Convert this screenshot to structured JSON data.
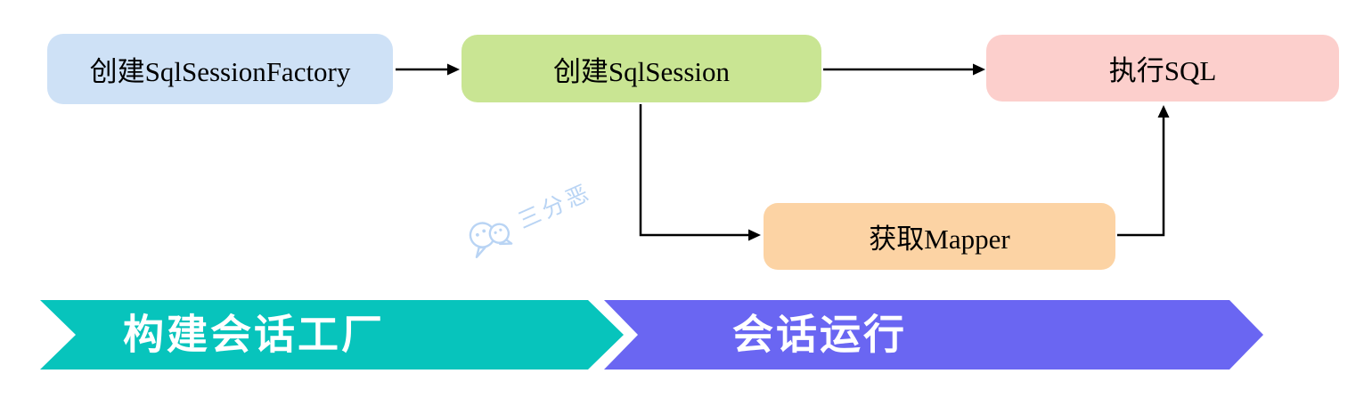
{
  "diagram": {
    "nodes": [
      {
        "id": "create-sqlsessionfactory",
        "label": "创建SqlSessionFactory",
        "fill": "#cee1f6"
      },
      {
        "id": "create-sqlsession",
        "label": "创建SqlSession",
        "fill": "#c9e593"
      },
      {
        "id": "execute-sql",
        "label": "执行SQL",
        "fill": "#fccfcc"
      },
      {
        "id": "get-mapper",
        "label": "获取Mapper",
        "fill": "#fcd3a4"
      }
    ],
    "edges": [
      {
        "from": "create-sqlsessionfactory",
        "to": "create-sqlsession"
      },
      {
        "from": "create-sqlsession",
        "to": "execute-sql"
      },
      {
        "from": "create-sqlsession",
        "to": "get-mapper"
      },
      {
        "from": "get-mapper",
        "to": "execute-sql"
      }
    ],
    "stages": [
      {
        "label": "构建会话工厂",
        "fill": "#07c4bc",
        "text_color": "#ffffff"
      },
      {
        "label": "会话运行",
        "fill": "#6a66f2",
        "text_color": "#ffffff"
      }
    ]
  },
  "watermark": {
    "text": "三分恶",
    "icon": "wechat-icon",
    "color": "#b9d4f4"
  },
  "colors": {
    "background": "#ffffff",
    "connector": "#000000",
    "node_text": "#000000"
  }
}
